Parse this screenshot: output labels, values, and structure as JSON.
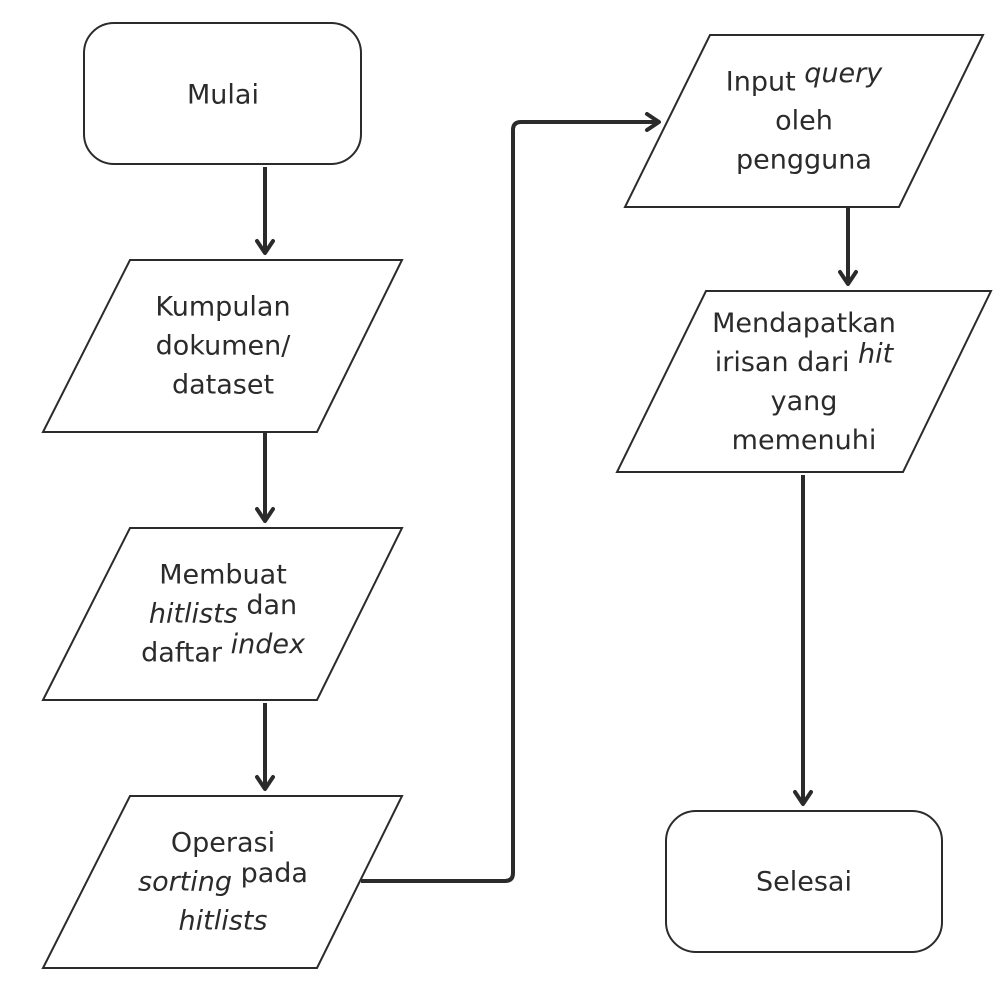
{
  "flowchart": {
    "nodes": [
      {
        "id": "mulai",
        "shape": "terminator",
        "lines": [
          [
            {
              "text": "Mulai"
            }
          ]
        ]
      },
      {
        "id": "kumpulan-dokumen",
        "shape": "data",
        "lines": [
          [
            {
              "text": "Kumpulan"
            }
          ],
          [
            {
              "text": "dokumen/"
            }
          ],
          [
            {
              "text": "dataset"
            }
          ]
        ]
      },
      {
        "id": "membuat-hitlists",
        "shape": "data",
        "lines": [
          [
            {
              "text": "Membuat"
            }
          ],
          [
            {
              "text": "hitlists",
              "italic": true
            },
            {
              "text": " dan"
            }
          ],
          [
            {
              "text": "daftar "
            },
            {
              "text": "index",
              "italic": true
            }
          ]
        ]
      },
      {
        "id": "operasi-sorting",
        "shape": "data",
        "lines": [
          [
            {
              "text": "Operasi"
            }
          ],
          [
            {
              "text": "sorting",
              "italic": true
            },
            {
              "text": " pada"
            }
          ],
          [
            {
              "text": "hitlists",
              "italic": true
            }
          ]
        ]
      },
      {
        "id": "input-query",
        "shape": "data",
        "lines": [
          [
            {
              "text": "Input "
            },
            {
              "text": "query",
              "italic": true
            }
          ],
          [
            {
              "text": "oleh"
            }
          ],
          [
            {
              "text": "pengguna"
            }
          ]
        ]
      },
      {
        "id": "mendapatkan-irisan",
        "shape": "data",
        "lines": [
          [
            {
              "text": "Mendapatkan"
            }
          ],
          [
            {
              "text": "irisan dari "
            },
            {
              "text": "hit",
              "italic": true
            }
          ],
          [
            {
              "text": "yang"
            }
          ],
          [
            {
              "text": "memenuhi"
            }
          ]
        ]
      },
      {
        "id": "selesai",
        "shape": "terminator",
        "lines": [
          [
            {
              "text": "Selesai"
            }
          ]
        ]
      }
    ],
    "edges": [
      {
        "from": "mulai",
        "to": "kumpulan-dokumen"
      },
      {
        "from": "kumpulan-dokumen",
        "to": "membuat-hitlists"
      },
      {
        "from": "membuat-hitlists",
        "to": "operasi-sorting"
      },
      {
        "from": "operasi-sorting",
        "to": "input-query"
      },
      {
        "from": "input-query",
        "to": "mendapatkan-irisan"
      },
      {
        "from": "mendapatkan-irisan",
        "to": "selesai"
      }
    ],
    "colors": {
      "stroke": "#2b2b2b",
      "fill": "#ffffff",
      "text": "#2b2b2b"
    }
  }
}
